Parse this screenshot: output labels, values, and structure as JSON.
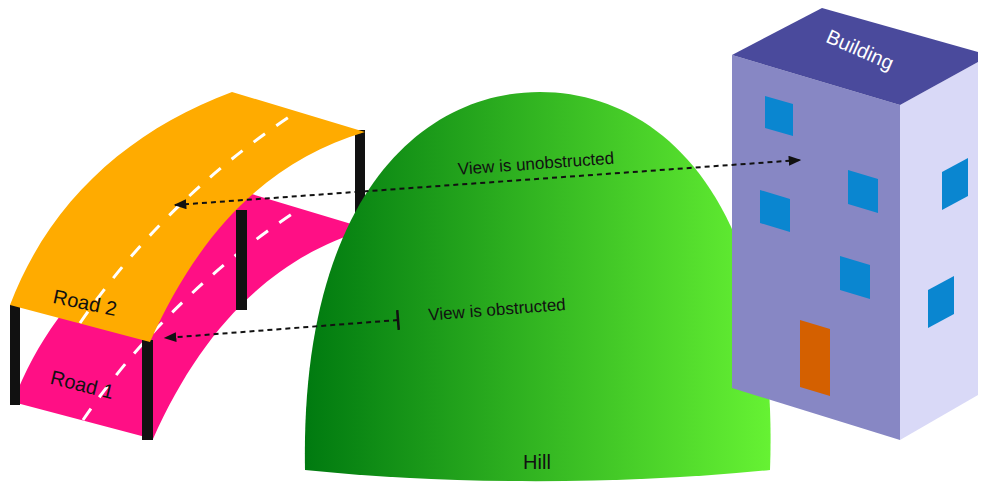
{
  "diagram": {
    "nodes": [
      {
        "text": [
          "Road 2"
        ]
      },
      {
        "text": [
          "Road 1"
        ]
      },
      {
        "text": [
          "Hill"
        ]
      },
      {
        "text": [
          "Building"
        ]
      }
    ],
    "edges": [
      {
        "from": 0,
        "to": 3,
        "arrow": "both",
        "label": "View is unobstructed"
      },
      {
        "from": 2,
        "to": 1,
        "arrow": "to",
        "label": "View is obstructed"
      }
    ]
  }
}
